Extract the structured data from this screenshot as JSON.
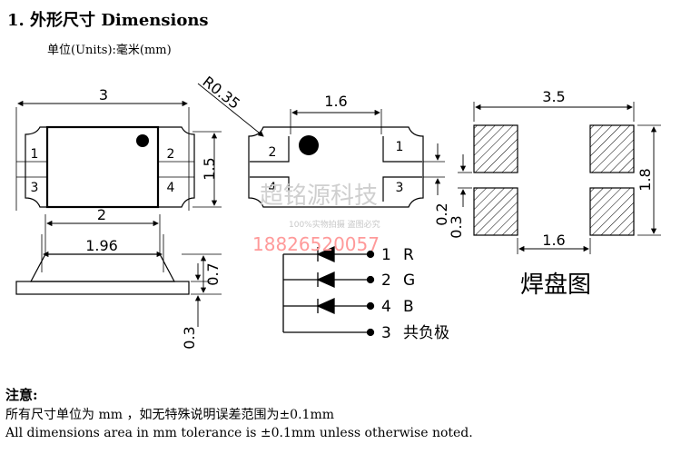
{
  "header": {
    "title": "1.  外形尺寸 Dimensions",
    "units": "单位(Units):毫米(mm)"
  },
  "top_view": {
    "width": "3",
    "height": "1.5",
    "pins": [
      "1",
      "2",
      "3",
      "4"
    ]
  },
  "bottom_view": {
    "radius": "R0.35",
    "width": "1.6",
    "gap": "0.2",
    "pins": [
      "2",
      "1",
      "4",
      "3"
    ]
  },
  "side_view": {
    "width_top": "2",
    "width_inner": "1.96",
    "height": "0.7",
    "base": "0.3"
  },
  "circuit": {
    "rows": [
      {
        "pin": "1",
        "color": "R"
      },
      {
        "pin": "2",
        "color": "G"
      },
      {
        "pin": "4",
        "color": "B"
      },
      {
        "pin": "3",
        "color": "共负极"
      }
    ]
  },
  "pad": {
    "width": "3.5",
    "height": "1.8",
    "gap": "0.3",
    "spacing": "1.6",
    "caption": "焊盘图"
  },
  "watermark": {
    "brand": "超铭源科技",
    "note": "100%实物拍摄  盗图必究",
    "phone": "18826520057"
  },
  "notes": {
    "title": "注意:",
    "cn": "所有尺寸单位为 mm ，如无特殊说明误差范围为±0.1mm",
    "en": "All dimensions area in mm tolerance is ±0.1mm unless otherwise noted."
  }
}
